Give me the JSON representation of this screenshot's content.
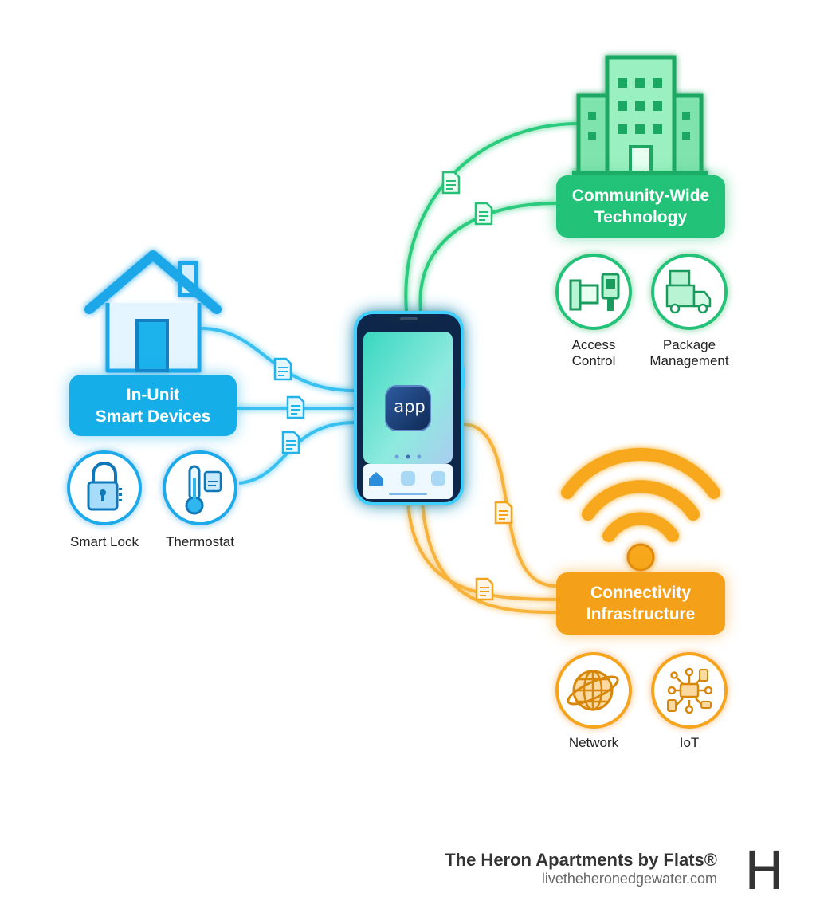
{
  "diagram": {
    "center": {
      "app_label": "app"
    },
    "in_unit": {
      "title": "In-Unit\nSmart Devices",
      "color": "#16aee9",
      "items": [
        {
          "label": "Smart Lock",
          "icon": "smart-lock-icon"
        },
        {
          "label": "Thermostat",
          "icon": "thermostat-icon"
        }
      ]
    },
    "community": {
      "title": "Community-Wide\nTechnology",
      "color": "#22c278",
      "items": [
        {
          "label": "Access\nControl",
          "icon": "access-control-icon"
        },
        {
          "label": "Package\nManagement",
          "icon": "package-truck-icon"
        }
      ]
    },
    "connectivity": {
      "title": "Connectivity\nInfrastructure",
      "color": "#f5a019",
      "items": [
        {
          "label": "Network",
          "icon": "globe-network-icon"
        },
        {
          "label": "IoT",
          "icon": "iot-hub-icon"
        }
      ]
    }
  },
  "footer": {
    "title": "The Heron Apartments by Flats®",
    "url": "livetheheronedgewater.com",
    "logo_letter": "H"
  }
}
